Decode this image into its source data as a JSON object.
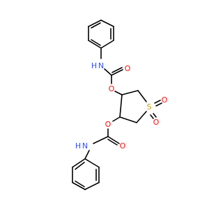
{
  "molecule": {
    "atom_labels": [
      {
        "id": "n_top",
        "text": "N",
        "element": "N"
      },
      {
        "id": "h_top",
        "text": "H",
        "element": "H"
      },
      {
        "id": "o_carbonyl_top",
        "text": "O",
        "element": "O"
      },
      {
        "id": "o_ester_top",
        "text": "O",
        "element": "O"
      },
      {
        "id": "s_ring",
        "text": "S",
        "element": "S"
      },
      {
        "id": "o_sulfonyl_1",
        "text": "O",
        "element": "O"
      },
      {
        "id": "o_sulfonyl_2",
        "text": "O",
        "element": "O"
      },
      {
        "id": "o_ester_bottom",
        "text": "O",
        "element": "O"
      },
      {
        "id": "o_carbonyl_bottom",
        "text": "O",
        "element": "O"
      },
      {
        "id": "n_bottom",
        "text": "N",
        "element": "N"
      },
      {
        "id": "h_bottom",
        "text": "H",
        "element": "H"
      }
    ]
  },
  "colors": {
    "bond": "#000000",
    "N": "#3050F8",
    "O": "#FF0D0D",
    "S": "#C8A000",
    "H": "#3050F8",
    "background": "#ffffff"
  }
}
